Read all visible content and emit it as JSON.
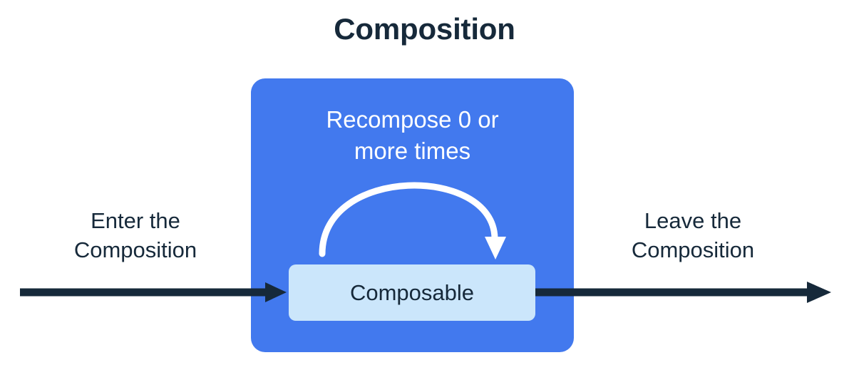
{
  "title": "Composition",
  "colors": {
    "background": "#ffffff",
    "title_text": "#16293a",
    "composition_box": "#4279ee",
    "composable_box": "#cbe6fb",
    "dark_text": "#16293a",
    "white_text": "#ffffff",
    "arrow_dark": "#16293a",
    "arrow_white": "#ffffff"
  },
  "composition": {
    "recompose_label": "Recompose 0 or\nmore times",
    "composable_label": "Composable"
  },
  "flow": {
    "enter_label": "Enter the\nComposition",
    "leave_label": "Leave the\nComposition"
  },
  "icons": {
    "enter_arrow": "arrow-right-icon",
    "leave_arrow": "arrow-right-icon",
    "recompose_arrow": "curved-loop-arrow-icon"
  }
}
